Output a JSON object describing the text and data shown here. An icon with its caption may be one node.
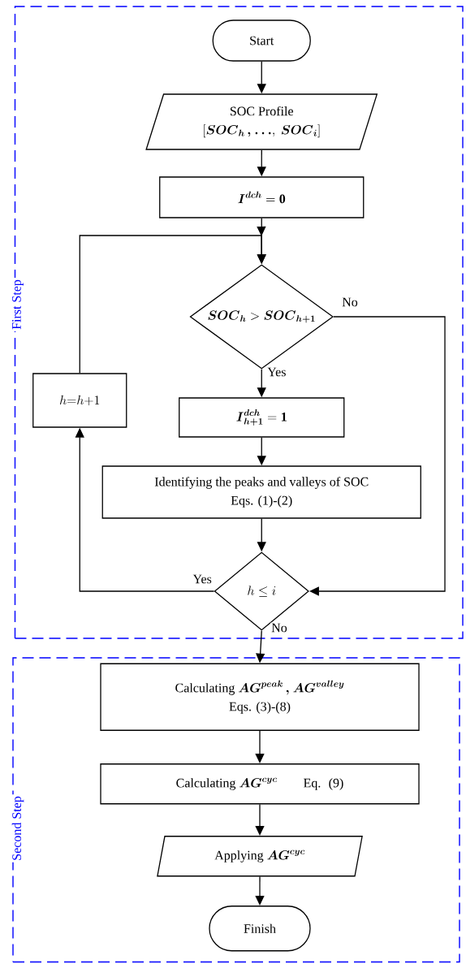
{
  "diagram": {
    "nodes": [
      {
        "text": [
          "First Step"
        ]
      },
      {
        "text": [
          "Start"
        ],
        "in": 0
      },
      {
        "text": [
          "SOC Profile",
          "[\\boldsymbol{SOC}_{\\boldsymbol{h}}\\,\\boldsymbol{,}\\ \\boldsymbol{\\ldots},\\ \\boldsymbol{SOC}_{\\boldsymbol{i}}]"
        ],
        "in": 0
      },
      {
        "text": [
          "\\boldsymbol{I}^{\\boldsymbol{dch}} = \\mathbf{0}"
        ],
        "in": 0
      },
      {
        "text": [
          "\\boldsymbol{SOC}_{\\boldsymbol{h}} > \\boldsymbol{SOC}_{\\boldsymbol{h+1}}"
        ],
        "in": 0
      },
      {
        "text": [
          "h{=}h{+}1"
        ],
        "in": 0
      },
      {
        "text": [
          "\\boldsymbol{I}^{\\boldsymbol{dch}}_{\\boldsymbol{h+1}} = \\mathbf{1}"
        ],
        "in": 0
      },
      {
        "text": [
          "Identifying the peaks and valleys of SOC",
          "Eqs. (1)-(2)"
        ],
        "in": 0
      },
      {
        "text": [
          "h \\leq i"
        ],
        "in": 0
      },
      {
        "text": [
          "Second Step"
        ]
      },
      {
        "text": [
          "\\text{Calculating } \\boldsymbol{AG}^{\\boldsymbol{peak}}\\,\\boldsymbol{,}\\ \\boldsymbol{AG}^{\\boldsymbol{valley}}",
          "Eqs. (3)-(8)"
        ],
        "in": 9
      },
      {
        "text": [
          "\\text{Calculating } \\boldsymbol{AG}^{\\boldsymbol{cyc}} \\qquad \\text{Eq.~ (9)}"
        ],
        "in": 9
      },
      {
        "text": [
          "\\text{Applying } \\boldsymbol{AG}^{\\boldsymbol{cyc}}"
        ],
        "in": 9
      },
      {
        "text": [
          "Finish"
        ],
        "in": 9
      }
    ],
    "edges": [
      {
        "from": 1,
        "to": 2,
        "arrow": "to"
      },
      {
        "from": 2,
        "to": 3,
        "arrow": "to"
      },
      {
        "from": 3,
        "to": 4,
        "arrow": "to"
      },
      {
        "from": 4,
        "to": 6,
        "arrow": "to",
        "label": "Yes"
      },
      {
        "from": 4,
        "to": 8,
        "arrow": "to",
        "label": "No"
      },
      {
        "from": 6,
        "to": 7,
        "arrow": "to"
      },
      {
        "from": 7,
        "to": 8,
        "arrow": "to"
      },
      {
        "from": 8,
        "to": 5,
        "arrow": "to",
        "label": "Yes"
      },
      {
        "from": 5,
        "to": 4,
        "arrow": "to"
      },
      {
        "from": 8,
        "to": 10,
        "arrow": "to",
        "label": "No"
      },
      {
        "from": 10,
        "to": 11,
        "arrow": "to"
      },
      {
        "from": 11,
        "to": 12,
        "arrow": "to"
      },
      {
        "from": 12,
        "to": 13,
        "arrow": "to"
      }
    ]
  }
}
